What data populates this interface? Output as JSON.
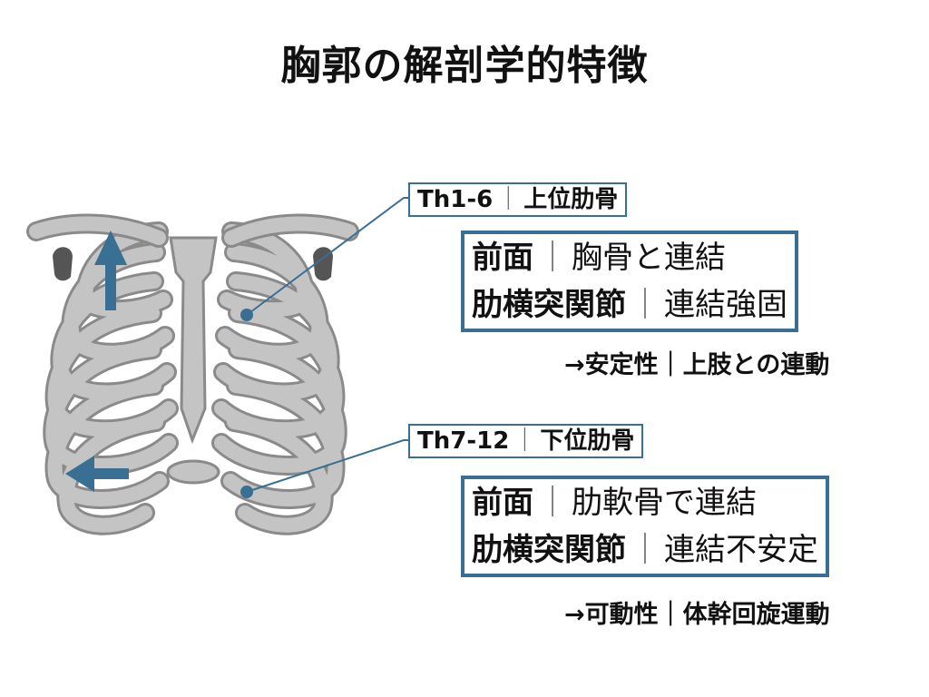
{
  "title": "胸郭の解剖学的特徴",
  "colors": {
    "accent": "#3a6f94",
    "bone": "#c2c2c2",
    "bone_edge": "#8a8a8a"
  },
  "upper": {
    "label_level": "Th1-6",
    "label_name": "上位肋骨",
    "row1_head": "前面",
    "row1_text": "胸骨と連結",
    "row2_head": "肋横突関節",
    "row2_text": "連結強固",
    "note": "→安定性｜上肢との連動"
  },
  "lower": {
    "label_level": "Th7-12",
    "label_name": "下位肋骨",
    "row1_head": "前面",
    "row1_text": "肋軟骨で連結",
    "row2_head": "肋横突関節",
    "row2_text": "連結不安定",
    "note": "→可動性｜体幹回旋運動"
  },
  "separator": "｜",
  "icons": [
    "up-arrow-icon",
    "left-arrow-icon"
  ]
}
